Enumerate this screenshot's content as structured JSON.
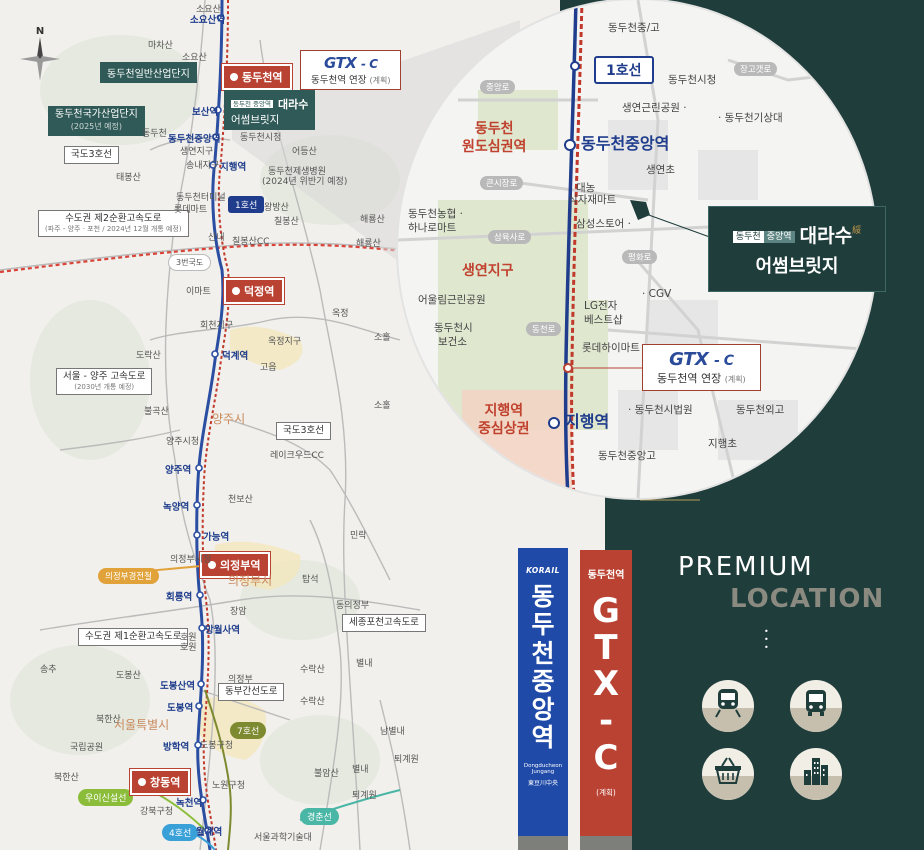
{
  "colors": {
    "teal": "#2f5a57",
    "dark_teal_panel": "#1e3d3b",
    "gtx_red": "#b94232",
    "line1_blue": "#1f3d8c",
    "korail_blue": "#1f4aa8",
    "gold": "#b89c5a"
  },
  "compass": {
    "letter": "N"
  },
  "map": {
    "dark_labels": [
      "동두천일반산업단지",
      "동두천국가산업단지",
      "(2025년 예정)"
    ],
    "boxed_labels": {
      "route3": "국도3호선",
      "ring2_title": "수도권 제2순환고속도로",
      "ring2_sub": "(파주 - 양주 · 포천 / 2024년 12월 개통 예정)",
      "seoul_yangju_title": "서울 - 양주 고속도로",
      "seoul_yangju_sub": "(2030년 개통 예정)",
      "route3_2": "국도3호선",
      "ring1": "수도권 제1순환고속도로",
      "sejong": "세종포천고속도로",
      "dongbu": "동부간선도로"
    },
    "tags": {
      "line1": "1호선",
      "route3_small": "3번국도",
      "line7": "7호선",
      "ui_light": "우이신설선",
      "line4": "4호선",
      "gyeongchun": "경춘선",
      "uijeongbu_light": "의정부경전철"
    },
    "gtx_stations": [
      "동두천역",
      "덕정역",
      "의정부역",
      "창동역"
    ],
    "line_stations": [
      "소요산역",
      "보산역",
      "동두천중앙역",
      "지행역",
      "양주역",
      "녹양역",
      "가능역",
      "회룡역",
      "망월사역",
      "도봉산역",
      "도봉역",
      "방학역",
      "녹천역",
      "월계역",
      "덕계역"
    ],
    "gtx_ext_box": {
      "logo": "GTX",
      "suffix": "- C",
      "text": "동두천역 연장",
      "note": "(계획)"
    },
    "brand_box": {
      "badge": "동두천 중앙역",
      "name": "대라수",
      "sub": "어썸브릿지"
    },
    "place_labels": [
      "소요산",
      "마차산",
      "소요산",
      "동두천",
      "생연지구",
      "송내지구",
      "동두천시청",
      "어등산",
      "동두천제생병원",
      "(2024년 위반기 예정)",
      "태봉산",
      "동두천터미널",
      "롯데마트",
      "왕방산",
      "칠봉산",
      "칠봉산CC",
      "해룡산",
      "해룡산",
      "산내",
      "이마트",
      "옥정",
      "회천지구",
      "옥정지구",
      "고읍",
      "소홀",
      "도락산",
      "불곡산",
      "양주시청",
      "양주시",
      "레이크우드CC",
      "천보산",
      "소홀",
      "의정부시청",
      "의정부시",
      "민락",
      "탑석",
      "장암",
      "동의정부",
      "호원",
      "의정부",
      "수락산",
      "도봉산",
      "북한산",
      "국립공원",
      "서울특별시",
      "도봉구청",
      "수락산",
      "별내",
      "남별내",
      "불암산",
      "별내",
      "퇴계원",
      "노원구청",
      "강북구청",
      "서울과학기술대",
      "북한산",
      "송추",
      "호원",
      "퇴계원"
    ]
  },
  "zoom": {
    "stations": {
      "line1": "1호선",
      "central": "동두천중앙역",
      "jihaeng": "지행역"
    },
    "zones": {
      "wondo_1": "동두천",
      "wondo_2": "원도심권역",
      "saengyeon": "생연지구",
      "jihaeng_1": "지행역",
      "jihaeng_2": "중심상권"
    },
    "roads": [
      "중앙로",
      "큰시장로",
      "삼육사로",
      "평화로",
      "동천로",
      "장고갯로"
    ],
    "places": [
      "동두천중/고",
      "동두천시청",
      "생연근린공원 ·",
      "· 동두천기상대",
      "생연초",
      "대농",
      "식자재마트",
      "삼성스토어 ·",
      "동두천농협 ·",
      "하나로마트",
      "어울림근린공원",
      "동두천시",
      "보건소",
      "LG전자",
      "베스트샵",
      "· CGV",
      "롯데하이마트",
      "· 동두천시법원",
      "동두천외고",
      "지행초",
      "동두천중앙고"
    ],
    "gtx_box": {
      "logo": "GTX",
      "suffix": "- C",
      "text": "동두천역 연장",
      "note": "(계획)"
    },
    "brand": {
      "badge_a": "동두천",
      "badge_b": "중앙역",
      "name": "대라수",
      "sub": "어썸브릿지",
      "mark": "綏"
    }
  },
  "signs": {
    "korail": {
      "logo": "KORAIL",
      "name": [
        "동",
        "두",
        "천",
        "중",
        "앙",
        "역"
      ],
      "en": "Dongducheon Jungang",
      "jp": "東豆川中央"
    },
    "gtx": {
      "header": "동두천역",
      "name": [
        "G",
        "T",
        "X",
        "-",
        "C"
      ],
      "note": "(계획)"
    }
  },
  "premium": {
    "line1": "PREMIUM",
    "line2": "LOCATION",
    "dots": [
      "•",
      "•",
      "•"
    ],
    "icons": [
      "train-icon",
      "bus-icon",
      "shopping-basket-icon",
      "city-buildings-icon"
    ]
  }
}
